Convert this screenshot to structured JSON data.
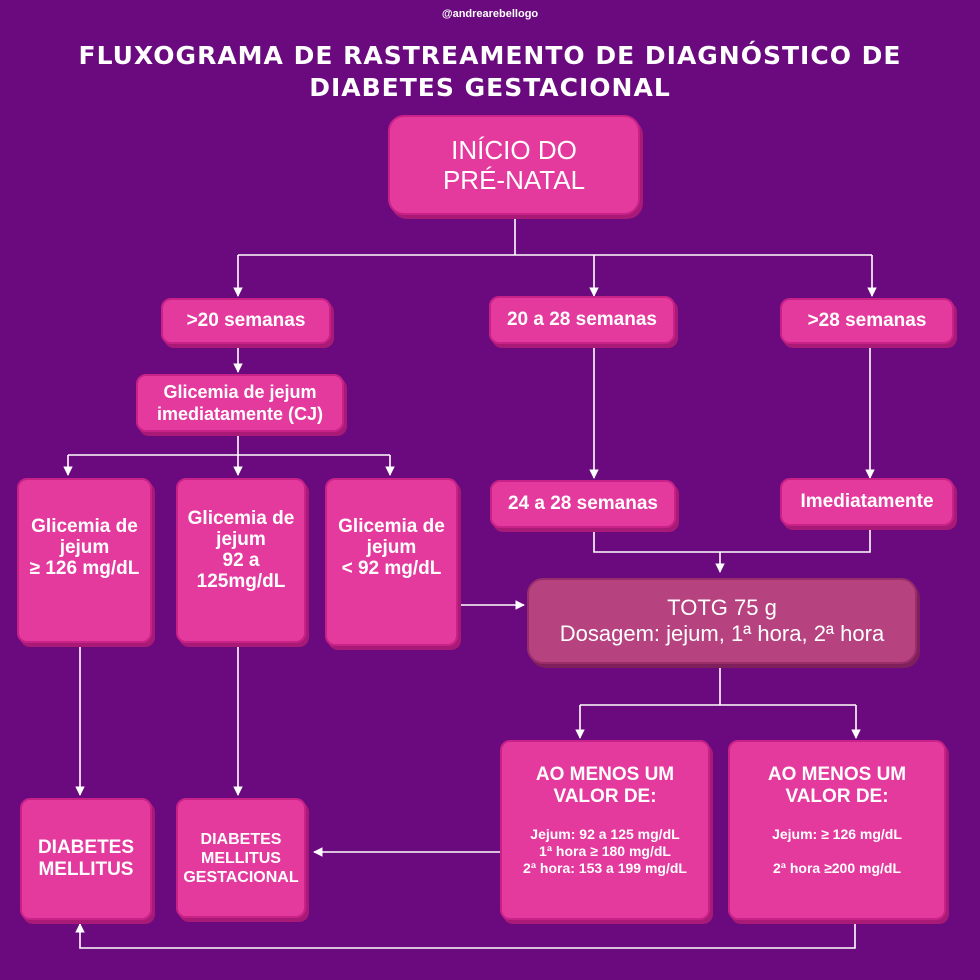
{
  "handle": "@andrearebellogo",
  "title": {
    "line1": "FLUXOGRAMA DE RASTREAMENTO DE DIAGNÓSTICO DE",
    "line2": "DIABETES GESTACIONAL"
  },
  "nodes": {
    "start": "INÍCIO DO\nPRÉ-NATAL",
    "gt20": ">20 semanas",
    "w20to28": "20 a 28 semanas",
    "gt28": ">28 semanas",
    "fasting": "Glicemia de jejum\nimediatamente (CJ)",
    "gj126": "Glicemia de\njejum\n≥ 126 mg/dL",
    "gj92": "Glicemia de\njejum\n92 a\n125mg/dL",
    "gjlt92": "Glicemia de\njejum\n< 92 mg/dL",
    "w24to28": "24 a 28 semanas",
    "immediately": "Imediatamente",
    "totg_line1": "TOTG 75 g",
    "totg_line2": "Dosagem: jejum, 1ª hora, 2ª hora",
    "res_a_title": "AO MENOS UM\nVALOR DE:",
    "res_a_body": "Jejum: 92 a 125 mg/dL\n1ª hora ≥ 180  mg/dL\n2ª hora: 153 a 199 mg/dL",
    "res_b_title": "AO MENOS UM\nVALOR DE:",
    "res_b_line1": "Jejum: ≥ 126 mg/dL",
    "res_b_line2": "2ª hora ≥200 mg/dL",
    "dm": "DIABETES\nMELLITUS",
    "dmg": "DIABETES\nMELLITUS\nGESTACIONAL"
  },
  "colors": {
    "background": "#6a0a7e",
    "box": "#e43a9e",
    "box_shadow": "#a91a77",
    "totg_box": "#b6427f",
    "lines": "#ffffff"
  }
}
